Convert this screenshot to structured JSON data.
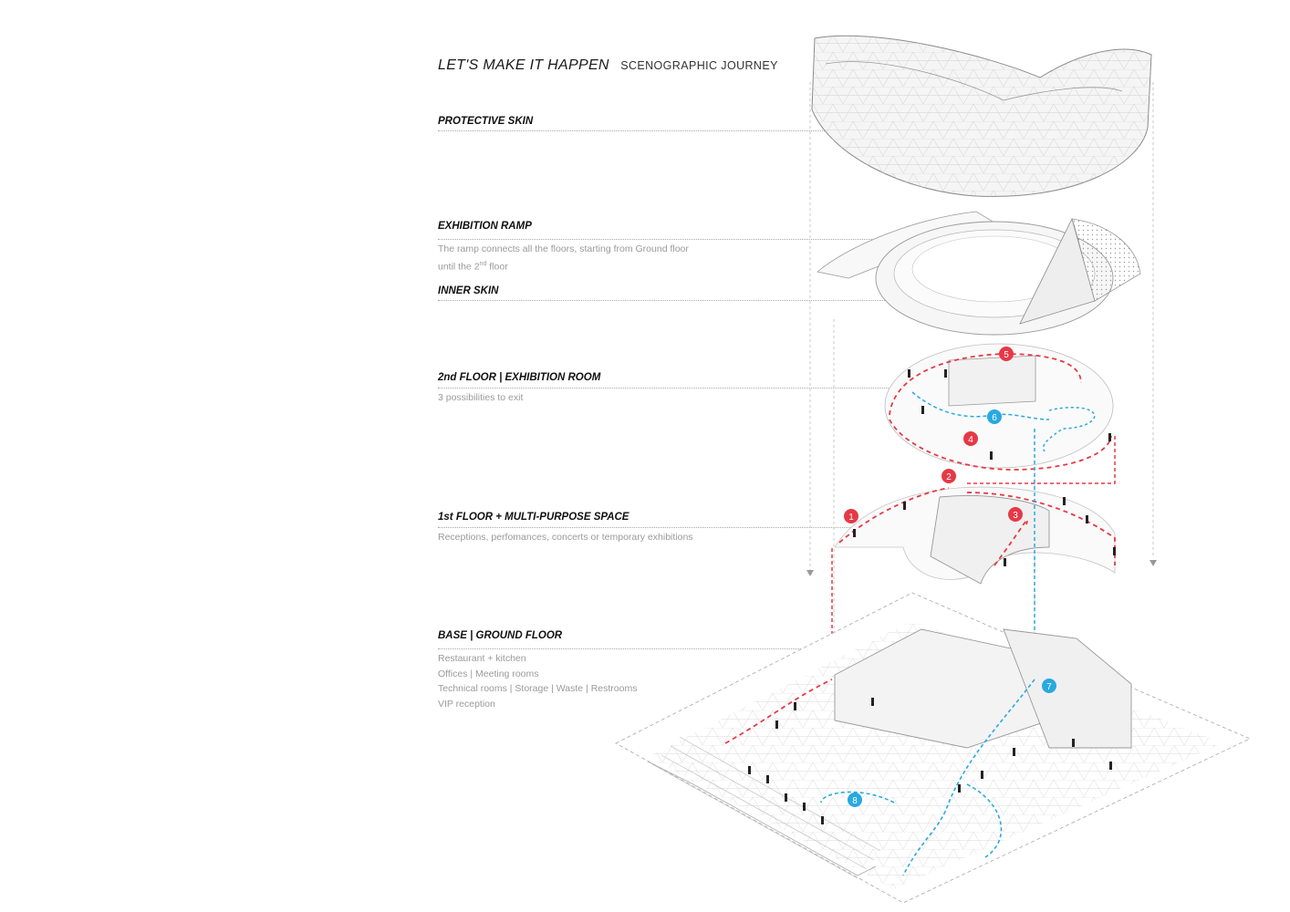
{
  "title": {
    "main": "LET'S MAKE IT HAPPEN",
    "sub": "SCENOGRAPHIC JOURNEY"
  },
  "layers": {
    "protective_skin": {
      "label": "PROTECTIVE SKIN"
    },
    "exhibition_ramp": {
      "label": "EXHIBITION RAMP",
      "line1": "The ramp connects all the floors, starting from Ground floor",
      "line2_pre": "until the 2",
      "line2_sup": "nd",
      "line2_post": " floor"
    },
    "inner_skin": {
      "label": "INNER SKIN"
    },
    "second_floor": {
      "label": "2nd FLOOR | EXHIBITION ROOM",
      "desc": "3 possibilities to exit"
    },
    "first_floor": {
      "label": "1st FLOOR + MULTI-PURPOSE  SPACE",
      "desc": "Receptions, perfomances, concerts or temporary exhibitions"
    },
    "base": {
      "label": "BASE | GROUND FLOOR",
      "items": [
        "Restaurant + kitchen",
        "Offices | Meeting rooms",
        "Technical rooms | Storage | Waste | Restrooms",
        "VIP reception"
      ]
    }
  },
  "markers": {
    "red": [
      "1",
      "2",
      "3",
      "4",
      "5"
    ],
    "blue": [
      "6",
      "7",
      "8"
    ]
  },
  "colors": {
    "red_path": "#e63946",
    "blue_path": "#29a9e0",
    "text_dark": "#111111",
    "text_gray": "#9a9a9a"
  }
}
